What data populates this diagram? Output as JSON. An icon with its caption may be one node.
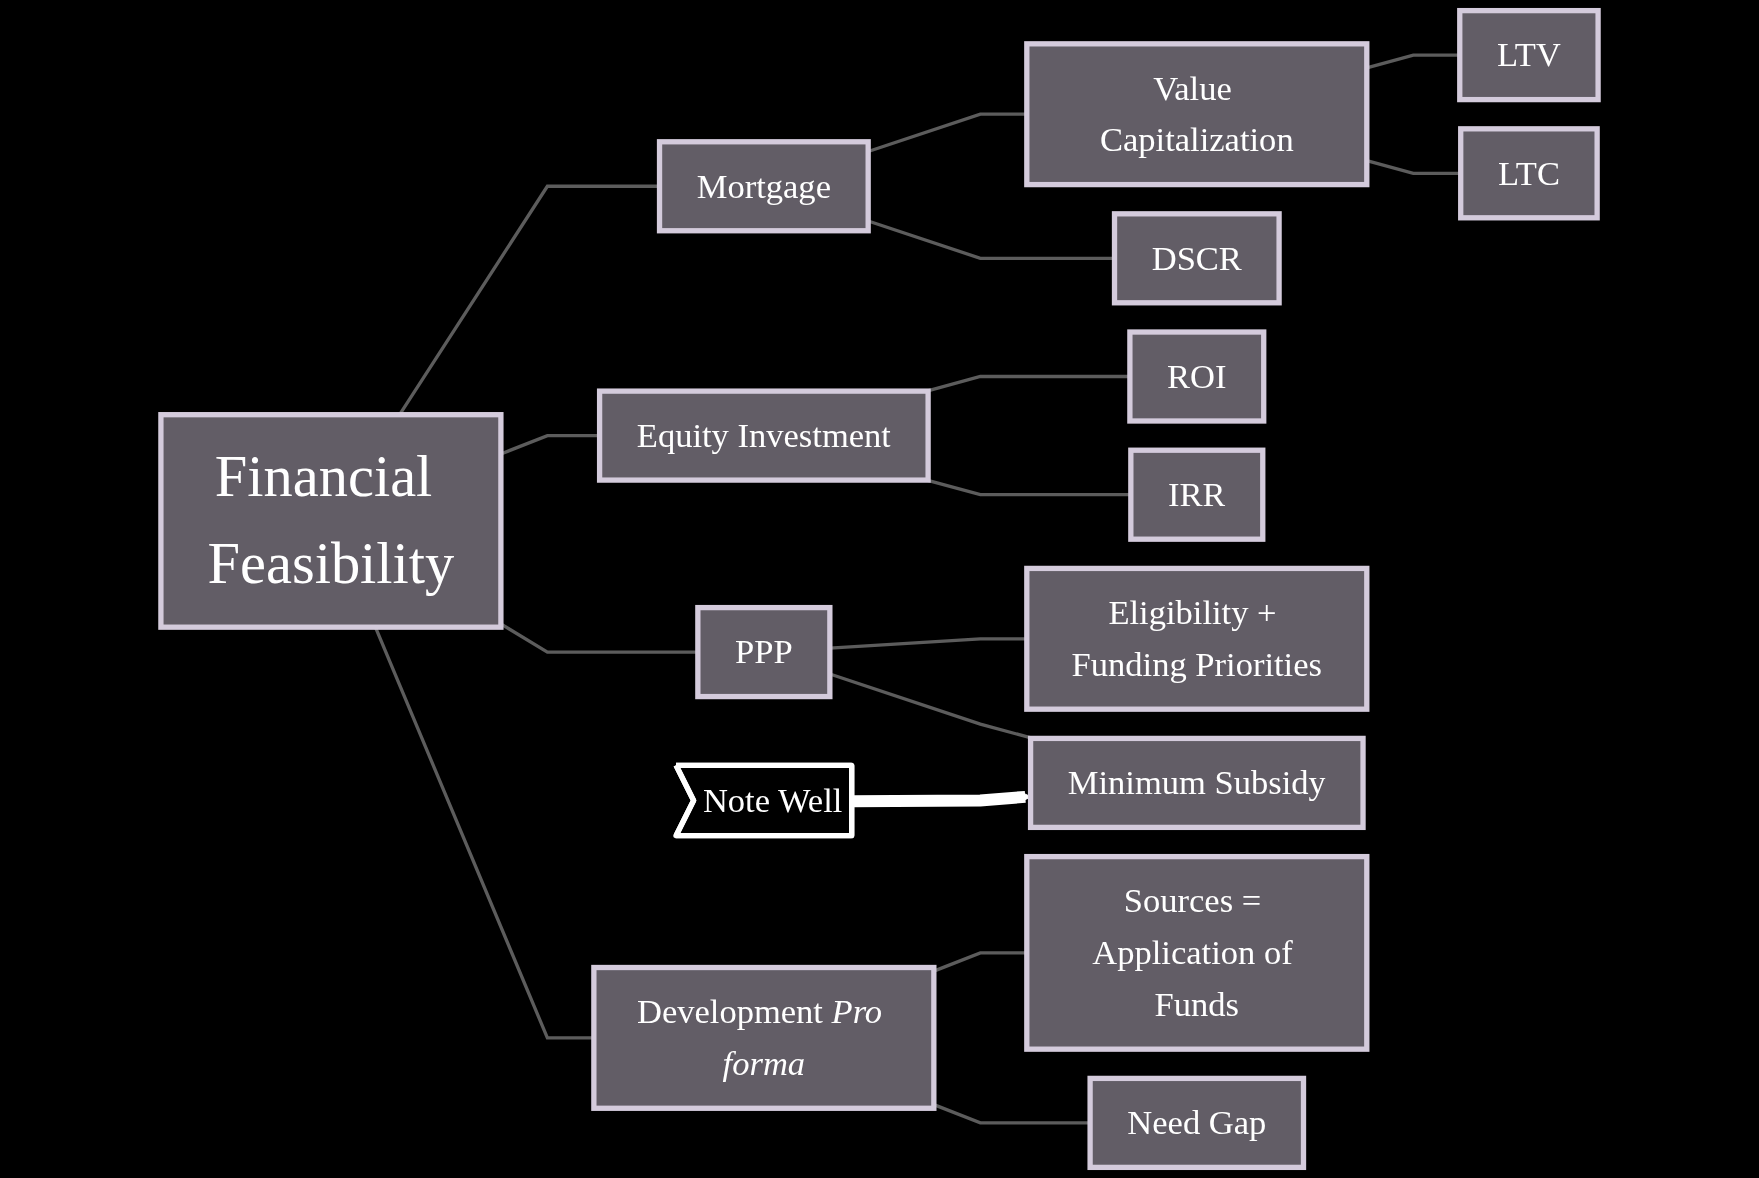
{
  "diagram": {
    "nodes": [
      {
        "text": [
          "Financial Feasibility"
        ]
      },
      {
        "text": [
          "Mortgage"
        ]
      },
      {
        "text": [
          "Value Capitalization"
        ]
      },
      {
        "text": [
          "LTV"
        ]
      },
      {
        "text": [
          "LTC"
        ]
      },
      {
        "text": [
          "DSCR"
        ]
      },
      {
        "text": [
          "Equity Investment"
        ]
      },
      {
        "text": [
          "ROI"
        ]
      },
      {
        "text": [
          "IRR"
        ]
      },
      {
        "text": [
          "PPP"
        ]
      },
      {
        "text": [
          "Eligibility + Funding Priorities"
        ]
      },
      {
        "text": [
          "Minimum Subsidy"
        ]
      },
      {
        "text": [
          "Note Well"
        ]
      },
      {
        "text": [
          "Development *Pro forma*"
        ]
      },
      {
        "text": [
          "Sources = Application of Funds"
        ]
      },
      {
        "text": [
          "Need Gap"
        ]
      }
    ],
    "edges": [
      {
        "from": 0,
        "to": 1,
        "arrow": "none"
      },
      {
        "from": 0,
        "to": 6,
        "arrow": "none"
      },
      {
        "from": 0,
        "to": 9,
        "arrow": "none"
      },
      {
        "from": 0,
        "to": 13,
        "arrow": "none"
      },
      {
        "from": 1,
        "to": 2,
        "arrow": "none"
      },
      {
        "from": 1,
        "to": 5,
        "arrow": "none"
      },
      {
        "from": 2,
        "to": 3,
        "arrow": "none"
      },
      {
        "from": 2,
        "to": 4,
        "arrow": "none"
      },
      {
        "from": 6,
        "to": 7,
        "arrow": "none"
      },
      {
        "from": 6,
        "to": 8,
        "arrow": "none"
      },
      {
        "from": 9,
        "to": 10,
        "arrow": "none"
      },
      {
        "from": 9,
        "to": 11,
        "arrow": "none"
      },
      {
        "from": 12,
        "to": 11,
        "arrow": "to",
        "style": "thick",
        "color": "#ffffff"
      },
      {
        "from": 13,
        "to": 14,
        "arrow": "none"
      },
      {
        "from": 13,
        "to": 15,
        "arrow": "none"
      }
    ]
  }
}
